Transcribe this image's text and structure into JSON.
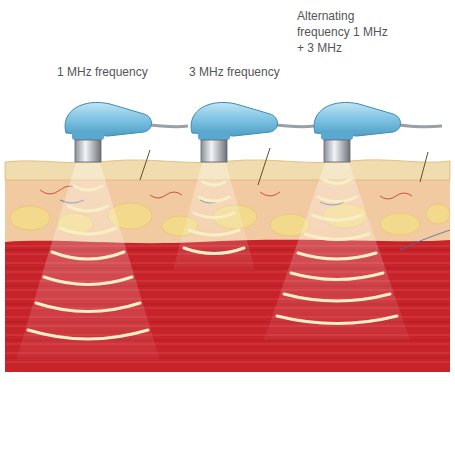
{
  "diagram": {
    "labels": [
      "1 MHz frequency",
      "3 MHz frequency",
      "Alternating frequency 1 MHz + 3 MHz"
    ]
  }
}
